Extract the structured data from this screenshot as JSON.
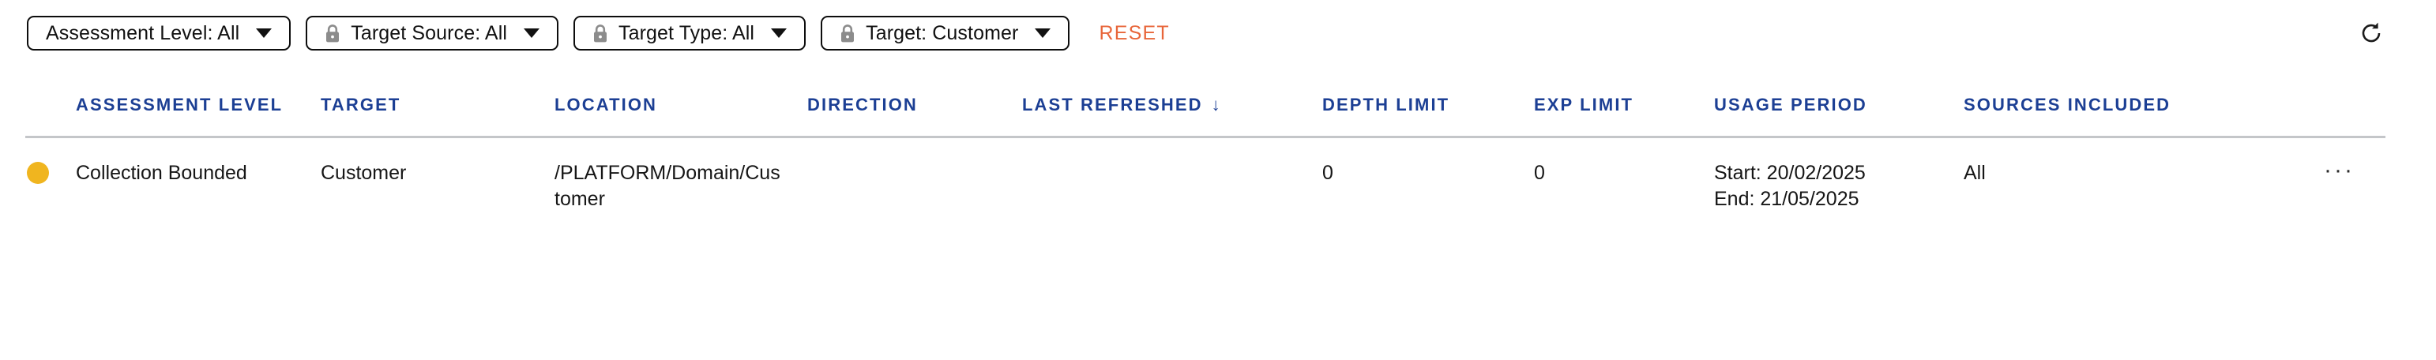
{
  "filter_bar": {
    "chips": [
      {
        "label": "Assessment Level: All",
        "locked": false,
        "icon": "chevron-down-icon",
        "name": "assessment-level"
      },
      {
        "label": "Target Source: All",
        "locked": true,
        "icon": "chevron-down-icon",
        "name": "target-source"
      },
      {
        "label": "Target Type: All",
        "locked": true,
        "icon": "chevron-down-icon",
        "name": "target-type"
      },
      {
        "label": "Target: Customer",
        "locked": true,
        "icon": "chevron-down-icon",
        "name": "target"
      }
    ],
    "reset_label": "RESET",
    "reset_color": "#e8663a",
    "refresh_icon": "refresh-icon"
  },
  "table": {
    "columns": [
      {
        "key": "status",
        "label": ""
      },
      {
        "key": "assessment_level",
        "label": "ASSESSMENT LEVEL"
      },
      {
        "key": "target",
        "label": "TARGET"
      },
      {
        "key": "location",
        "label": "LOCATION"
      },
      {
        "key": "direction",
        "label": "DIRECTION"
      },
      {
        "key": "last_refreshed",
        "label": "LAST REFRESHED"
      },
      {
        "key": "depth_limit",
        "label": "DEPTH LIMIT"
      },
      {
        "key": "exp_limit",
        "label": "EXP LIMIT"
      },
      {
        "key": "usage_period",
        "label": "USAGE PERIOD"
      },
      {
        "key": "sources_included",
        "label": "SOURCES INCLUDED"
      }
    ],
    "sort": {
      "column": "LAST REFRESHED",
      "direction": "desc",
      "glyph": "↓"
    },
    "header_color": "#1c3f94",
    "rows": [
      {
        "status_color": "#f0b51f",
        "assessment_level": "Collection Bounded",
        "target": "Customer",
        "location": "/PLATFORM/Domain/Customer",
        "direction": "",
        "last_refreshed": "",
        "depth_limit": "0",
        "exp_limit": "0",
        "usage_period_start": "Start: 20/02/2025",
        "usage_period_end": "End: 21/05/2025",
        "sources_included": "All",
        "menu_label": "···"
      }
    ]
  }
}
